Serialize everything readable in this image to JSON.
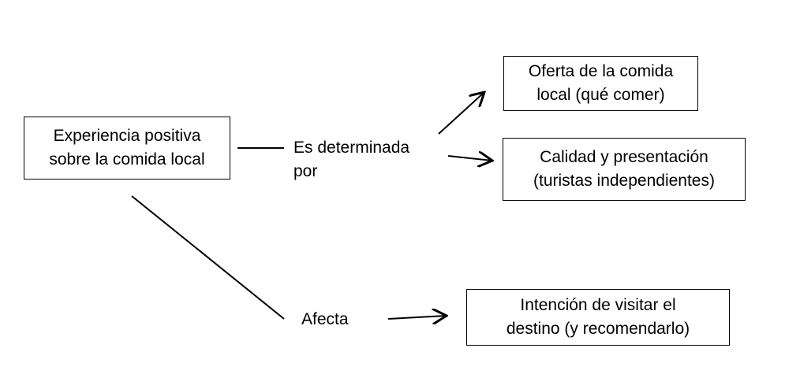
{
  "nodes": {
    "experience": [
      "Experiencia positiva",
      "sobre la comida local"
    ],
    "offer": [
      "Oferta de la comida",
      "local (qué comer)"
    ],
    "quality": [
      "Calidad y presentación",
      "(turistas independientes)"
    ],
    "intention": [
      "Intención de visitar el",
      "destino (y recomendarlo)"
    ]
  },
  "labels": {
    "determined_1": "Es determinada",
    "determined_2": "por",
    "affects": "Afecta"
  }
}
